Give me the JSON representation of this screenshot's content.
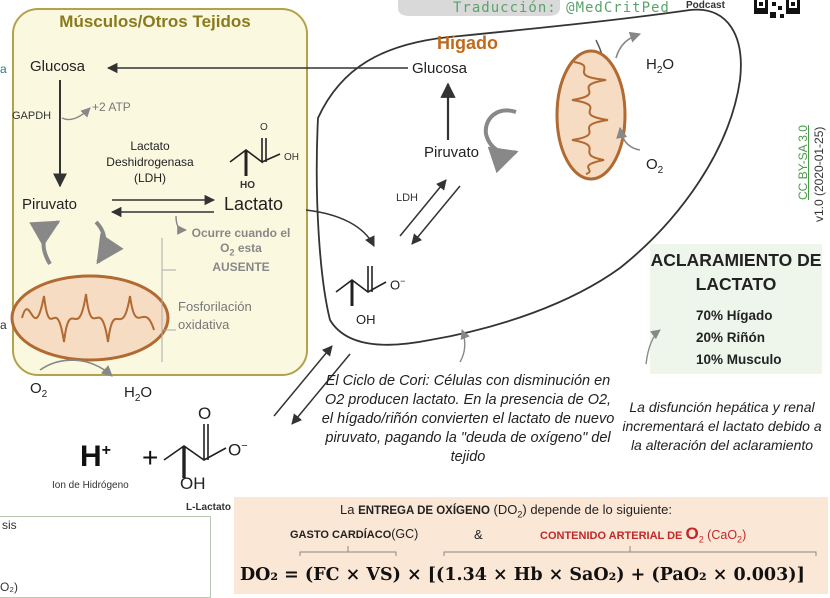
{
  "header": {
    "credit": "Traducción: @MedCritPed",
    "partial_word": "Podcast"
  },
  "muscle": {
    "title": "Músculos/Otros Tejidos",
    "glucosa": "Glucosa",
    "gapdh": "GAPDH",
    "atp": "+2 ATP",
    "ldh_name": "Lactato Deshidrogenasa (LDH)",
    "piruvato": "Piruvato",
    "lactato": "Lactato",
    "ocurre_prefix": "Ocurre cuando el O",
    "ocurre_sub": "2",
    "ocurre_mid": " esta",
    "ocurre_end": "AUSENTE",
    "fosfo": "Fosforilación oxidativa",
    "o2_base": "O",
    "o2_sub": "2",
    "h2o_base": "H",
    "h2o_sub": "2",
    "h2o_end": "O",
    "mol_oh": "OH",
    "mol_ho": "HO",
    "mol_o": "O"
  },
  "liver": {
    "title": "Hígado",
    "glucosa": "Glucosa",
    "piruvato": "Piruvato",
    "ldh": "LDH",
    "o2_base": "O",
    "o2_sub": "2",
    "h2o_base": "H",
    "h2o_sub": "2",
    "h2o_end": "O",
    "mol_oh": "OH",
    "mol_o": "O",
    "mol_minus": "−"
  },
  "license": {
    "cc": "CC BY-SA 3.0",
    "version": "v1.0 (2020-01-25)"
  },
  "aclaramiento": {
    "title": "ACLARAMIENTO DE LACTATO",
    "items": [
      "70% Hígado",
      "20% Riñón",
      "10% Musculo"
    ]
  },
  "cori": {
    "text": "El Ciclo de Cori: Células con disminución en O2 producen lactato. En la presencia de O2, el hígado/riñón convierten el lactato de nuevo piruvato, pagando la \"deuda de oxígeno\" del tejido"
  },
  "disfuncion": {
    "text": "La disfunción hepática y renal incrementará el lactato debido a la alteración del aclaramiento"
  },
  "reaction": {
    "h_plus": "H",
    "plus_sup": "+",
    "plus_sign": "+",
    "ion_label": "Ion de Hidrógeno",
    "l_lactato": "L-Lactato",
    "mol_oh": "OH",
    "mol_o": "O",
    "mol_minus": "−"
  },
  "do2": {
    "intro_pre": "La ",
    "intro_bold": "ENTREGA DE OXÍGENO",
    "intro_do": " (DO",
    "intro_sub": "2",
    "intro_post": ") depende de lo siguiente:",
    "gc_bold": "GASTO  CARDÍACO",
    "gc_abbr": "(GC)",
    "amp": "&",
    "cao2_bold": "CONTENIDO ARTERIAL DE ",
    "cao2_o": "O",
    "cao2_sub": "2",
    "cao2_abbr": " (CaO",
    "cao2_abbr_sub": "2",
    "cao2_abbr_end": ")",
    "formula": "DO₂ = (FC × VS) × [(1.34 × Hb × SaO₂) + (PaO₂ × 0.003)]"
  },
  "left_edge": {
    "frag_a1": "a",
    "frag_a2": "a",
    "frag_sis": "sis",
    "frag_o2": "O₂)"
  }
}
